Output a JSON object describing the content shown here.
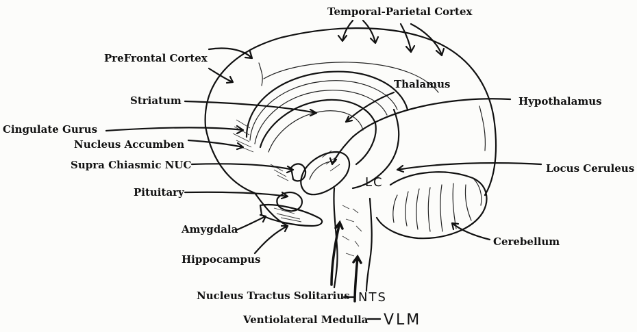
{
  "labels": {
    "temporal_parietal": "Temporal-Parietal Cortex",
    "prefrontal": "PreFrontal Cortex",
    "thalamus": "Thalamus",
    "striatum": "Striatum",
    "hypothalamus": "Hypothalamus",
    "cingulate": "Cingulate Gurus",
    "nucleus_accumben": "Nucleus Accumben",
    "supra_chiasmic": "Supra Chiasmic NUC",
    "locus_ceruleus": "Locus Ceruleus",
    "locus_ceruleus_abbrev": "LC",
    "pituitary": "Pituitary",
    "amygdala": "Amygdala",
    "cerebellum": "Cerebellum",
    "hippocampus": "Hippocampus",
    "nts_full": "Nucleus Tractus Solitarius",
    "nts_abbrev": "NTS",
    "vlm_full": "Ventiolateral Medulla",
    "vlm_abbrev": "VLM"
  }
}
